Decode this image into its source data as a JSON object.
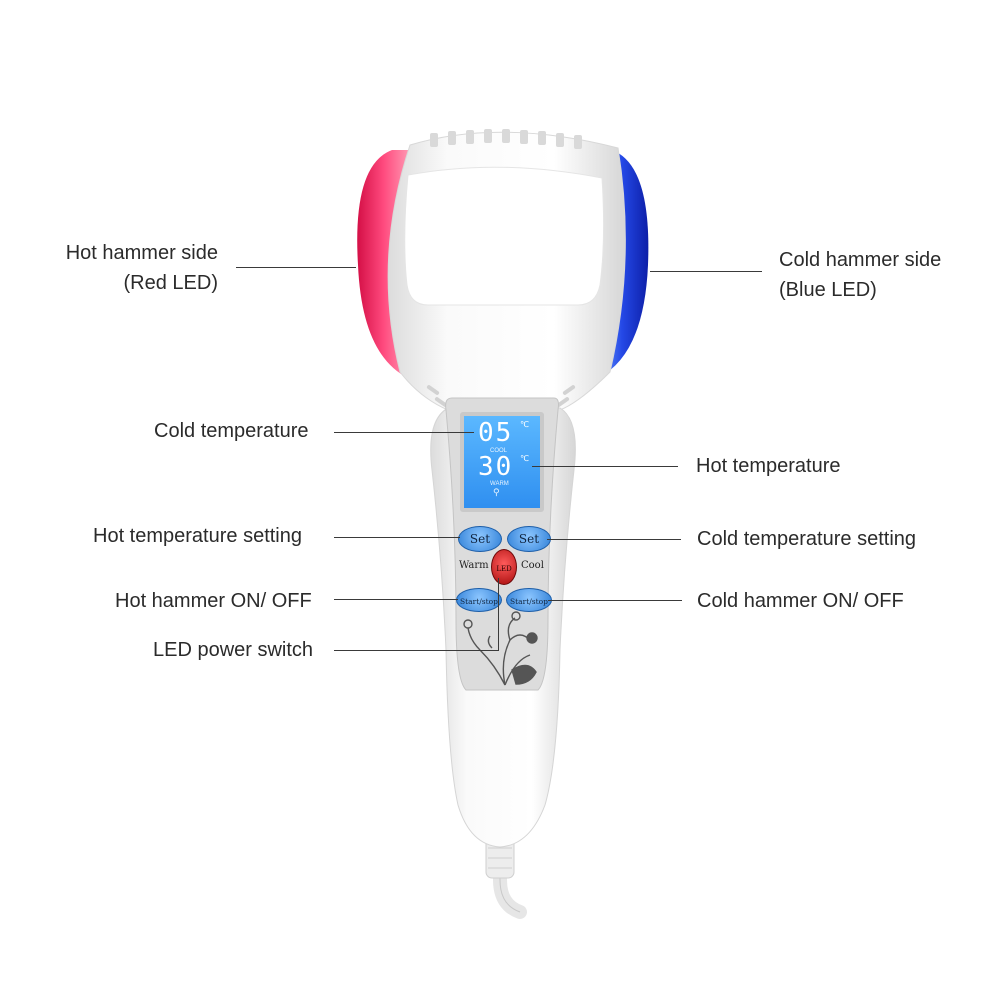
{
  "device": {
    "lcd": {
      "cold_value": "05",
      "cold_unit": "℃",
      "cold_caption": "COOL",
      "hot_value": "30",
      "hot_unit": "℃",
      "hot_caption": "WARM"
    },
    "buttons": {
      "set_left": "Set",
      "set_right": "Set",
      "warm": "Warm",
      "cool": "Cool",
      "led": "LED",
      "start_stop_left": "Start/stop",
      "start_stop_right": "Start/stop"
    }
  },
  "callouts": {
    "hot_hammer_side": {
      "line1": "Hot hammer side",
      "line2": "(Red LED)"
    },
    "cold_hammer_side": {
      "line1": "Cold hammer side",
      "line2": "(Blue LED)"
    },
    "cold_temperature": "Cold temperature",
    "hot_temperature": "Hot temperature",
    "hot_temperature_setting": "Hot temperature setting",
    "cold_temperature_setting": "Cold temperature setting",
    "hot_hammer_on_off": "Hot hammer ON/ OFF",
    "cold_hammer_on_off": "Cold hammer ON/ OFF",
    "led_power_switch": "LED power switch"
  },
  "colors": {
    "red_led": "#ff2d6a",
    "blue_led": "#1f3fe0",
    "lcd_blue": "#3fa9ff",
    "button_blue": "#3d8fe0",
    "led_button_red": "#c81818",
    "body_white": "#f4f4f4"
  }
}
